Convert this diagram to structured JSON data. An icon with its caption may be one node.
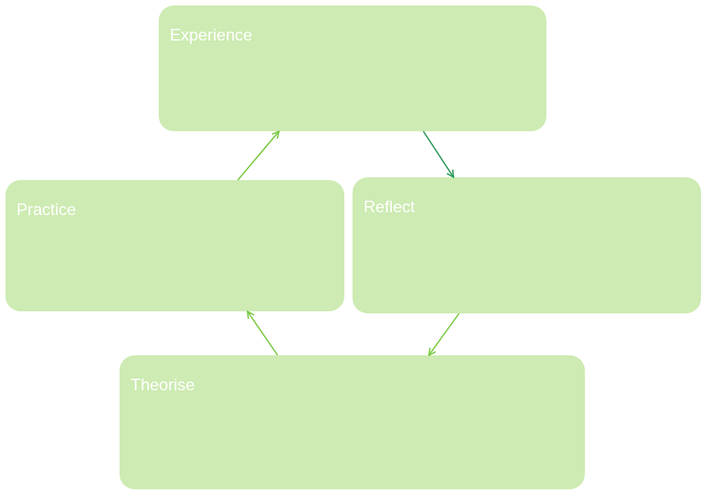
{
  "diagram": {
    "nodes": [
      {
        "text": [
          "Experience"
        ]
      },
      {
        "text": [
          "Practice"
        ]
      },
      {
        "text": [
          "Reflect"
        ]
      },
      {
        "text": [
          "Theorise"
        ]
      }
    ],
    "edges": [
      {
        "from": 0,
        "to": 2,
        "arrow": "to",
        "color": "#2e9a5c"
      },
      {
        "from": 2,
        "to": 3,
        "arrow": "to"
      },
      {
        "from": 3,
        "to": 1,
        "arrow": "to"
      },
      {
        "from": 1,
        "to": 0,
        "arrow": "to"
      }
    ]
  }
}
